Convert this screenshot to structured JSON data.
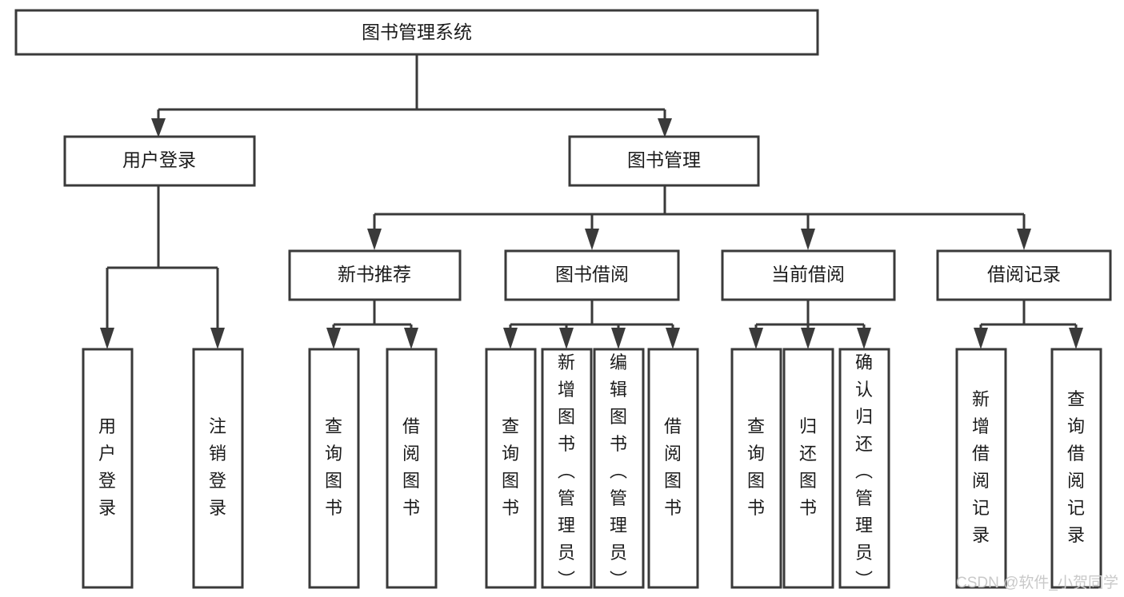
{
  "diagram": {
    "title": "图书管理系统",
    "type": "functional-structure-tree",
    "root": {
      "id": "root",
      "label": "图书管理系统"
    },
    "level2": [
      {
        "id": "user-login",
        "label": "用户登录"
      },
      {
        "id": "book-management",
        "label": "图书管理"
      }
    ],
    "level3": [
      {
        "id": "new-book-recommend",
        "label": "新书推荐",
        "parent": "book-management"
      },
      {
        "id": "book-borrow",
        "label": "图书借阅",
        "parent": "book-management"
      },
      {
        "id": "current-borrow",
        "label": "当前借阅",
        "parent": "book-management"
      },
      {
        "id": "borrow-record",
        "label": "借阅记录",
        "parent": "book-management"
      }
    ],
    "leaves": {
      "user-login": [
        {
          "id": "leaf-user-login",
          "label": "用户登录"
        },
        {
          "id": "leaf-user-logout",
          "label": "注销登录"
        }
      ],
      "new-book-recommend": [
        {
          "id": "leaf-query-book-1",
          "label": "查询图书"
        },
        {
          "id": "leaf-borrow-book-1",
          "label": "借阅图书"
        }
      ],
      "book-borrow": [
        {
          "id": "leaf-query-book-2",
          "label": "查询图书"
        },
        {
          "id": "leaf-add-book-admin",
          "label": "新增图书（管理员）"
        },
        {
          "id": "leaf-edit-book-admin",
          "label": "编辑图书（管理员）"
        },
        {
          "id": "leaf-borrow-book-2",
          "label": "借阅图书"
        }
      ],
      "current-borrow": [
        {
          "id": "leaf-query-book-3",
          "label": "查询图书"
        },
        {
          "id": "leaf-return-book",
          "label": "归还图书"
        },
        {
          "id": "leaf-confirm-return-admin",
          "label": "确认归还（管理员）"
        }
      ],
      "borrow-record": [
        {
          "id": "leaf-add-borrow-record",
          "label": "新增借阅记录"
        },
        {
          "id": "leaf-query-borrow-record",
          "label": "查询借阅记录"
        }
      ]
    }
  },
  "watermark": {
    "label": "CSDN @软件_小贺同学"
  },
  "colors": {
    "box_stroke": "#3a3a3a",
    "box_fill": "#ffffff",
    "text": "#1b1b1b",
    "background": "#ffffff",
    "watermark": "#c9c9c9"
  }
}
